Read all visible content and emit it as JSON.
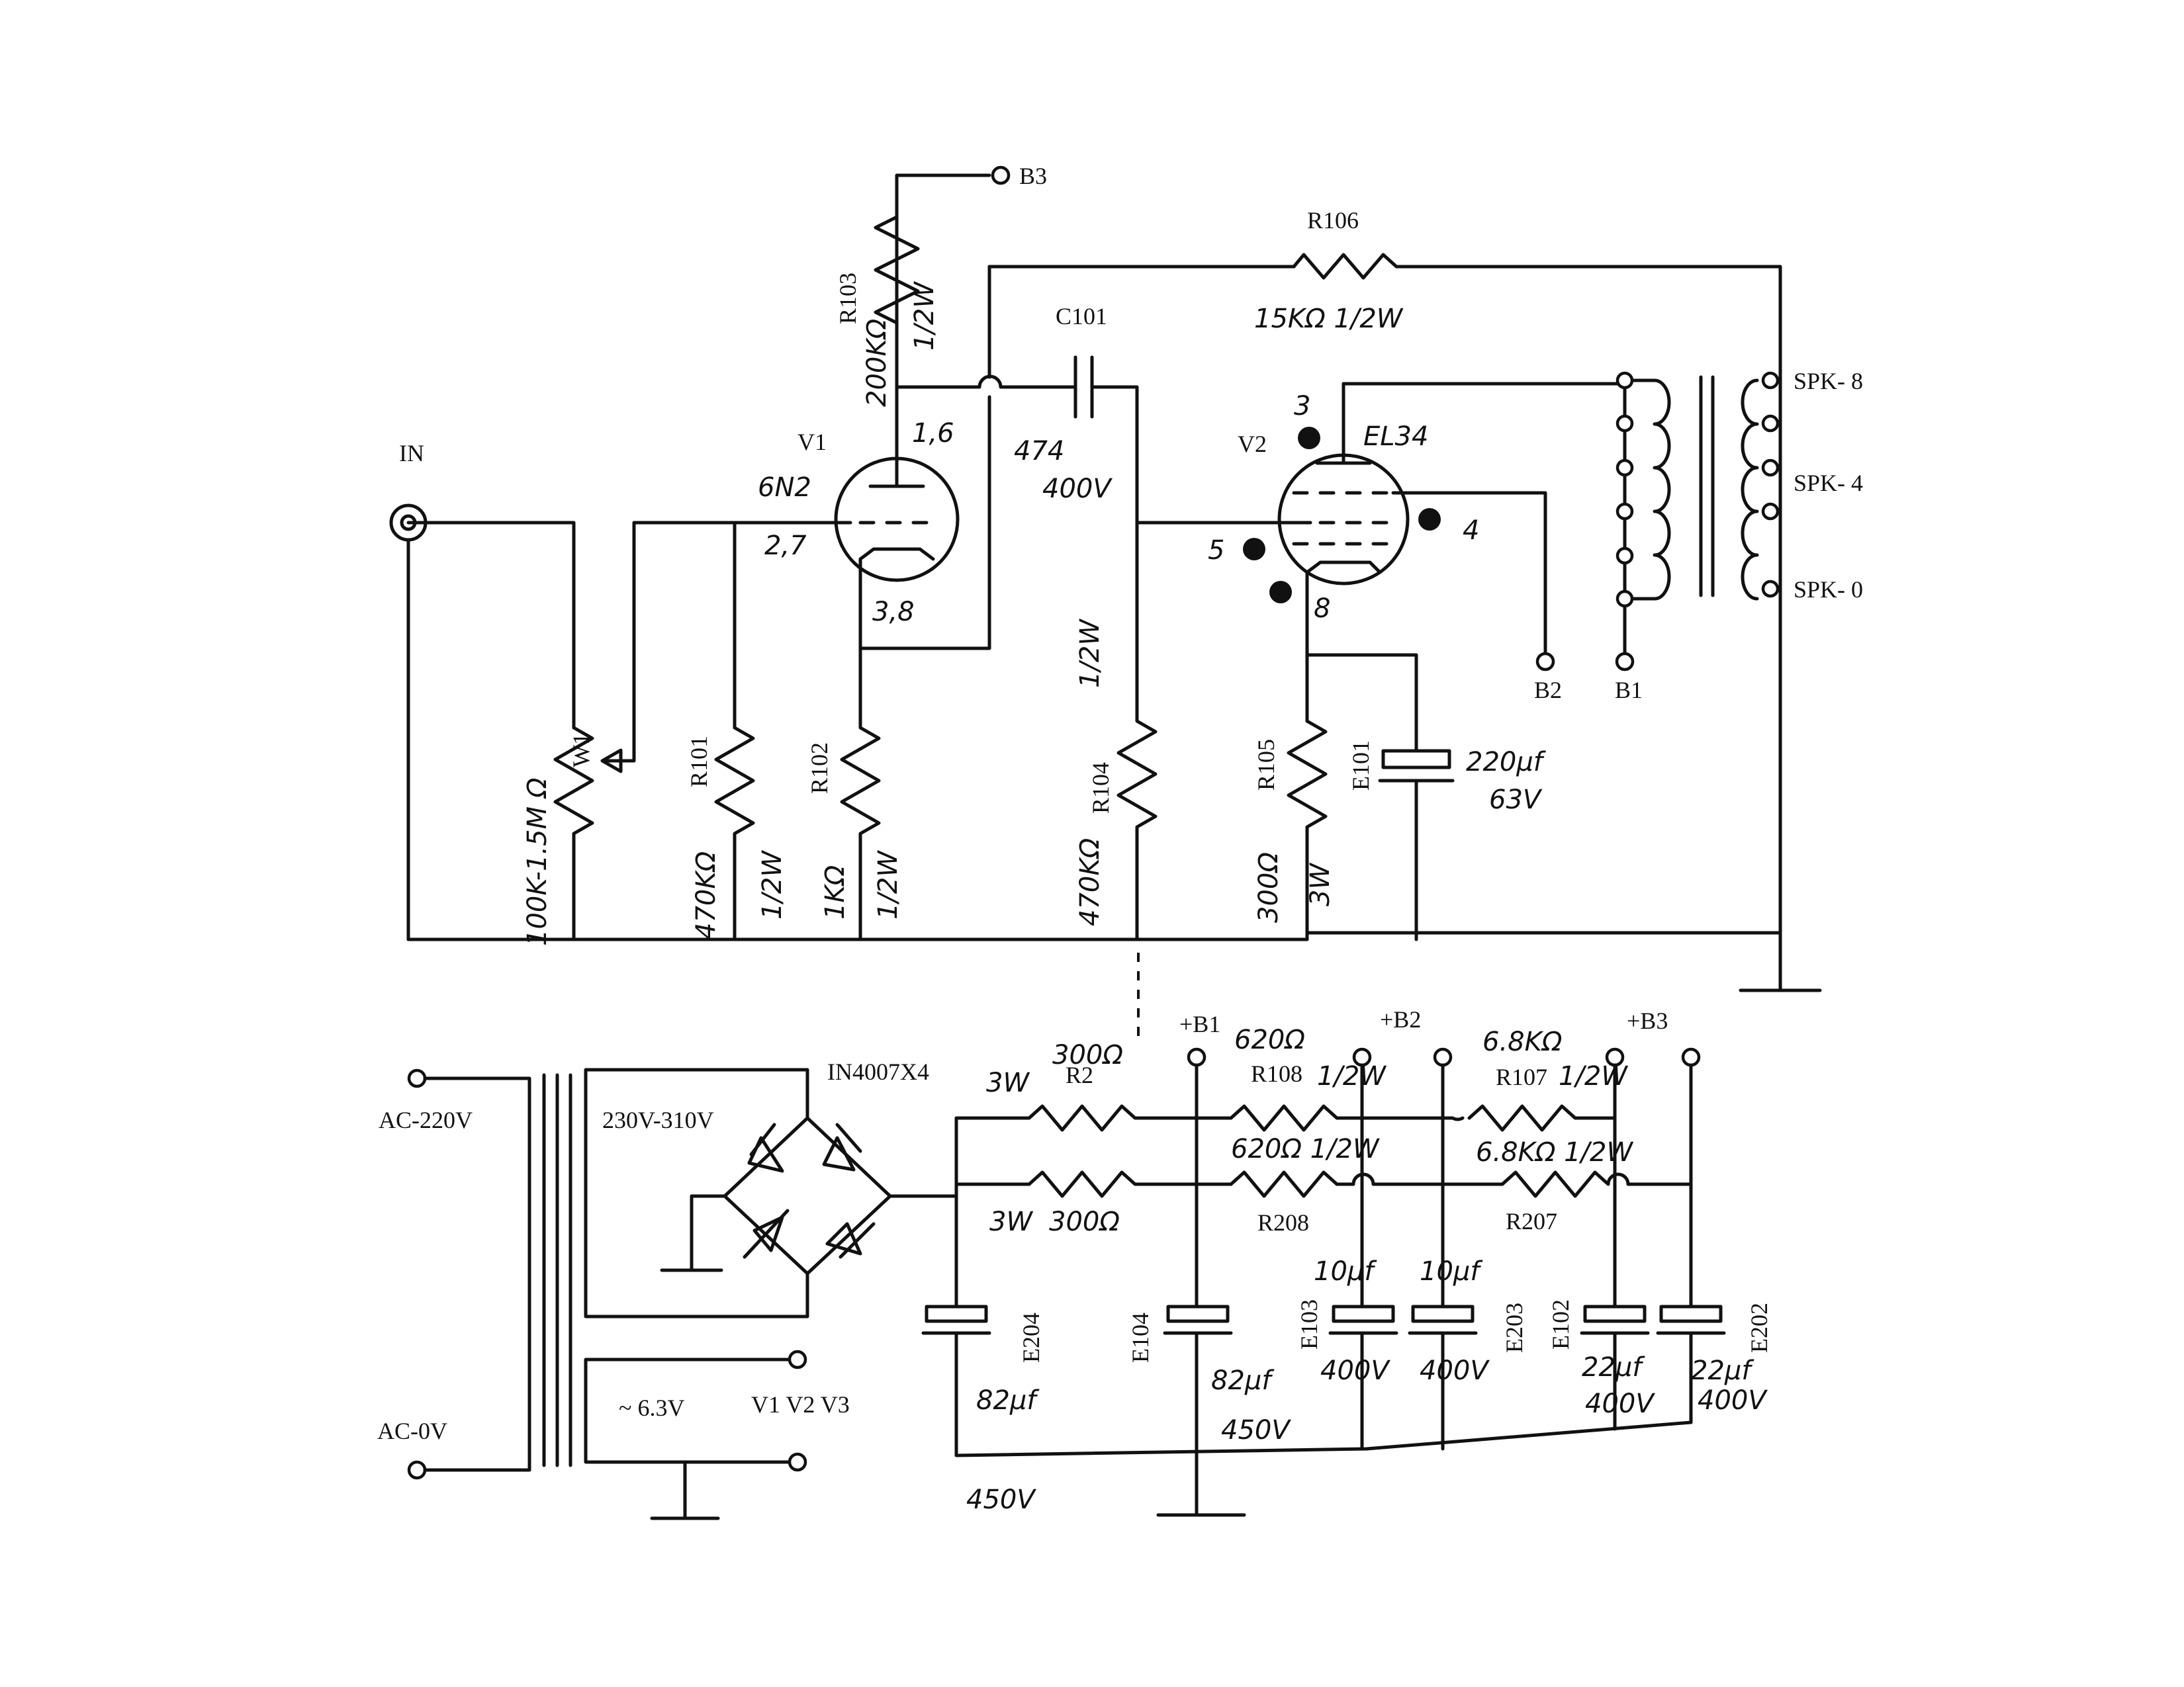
{
  "amplifier": {
    "input_label": "IN",
    "b3_label": "B3",
    "b2_label": "B2",
    "b1_label": "B1",
    "spk8": "SPK- 8",
    "spk4": "SPK- 4",
    "spk0": "SPK- 0",
    "r106_name": "R106",
    "r106_value": "15KΩ 1/2W",
    "r103_name": "R103",
    "r103_value": "200KΩ",
    "r103_power": "1/2W",
    "c101_name": "C101",
    "c101_value": "474",
    "c101_voltage": "400V",
    "v1_name": "V1",
    "v1_type": "6N2",
    "v1_pins_plate": "1,6",
    "v1_pins_grid": "2,7",
    "v1_pins_cathode": "3,8",
    "v2_name": "V2",
    "v2_type": "EL34",
    "v2_pin3": "3",
    "v2_pin4": "4",
    "v2_pin5": "5",
    "v2_pin8": "8",
    "w1_name": "W1",
    "w1_value": "100K-1.5M Ω",
    "r101_name": "R101",
    "r101_value": "470KΩ",
    "r101_power": "1/2W",
    "r102_name": "R102",
    "r102_value": "1KΩ",
    "r102_power": "1/2W",
    "r104_name": "R104",
    "r104_value": "470KΩ",
    "r104_power": "1/2W",
    "r105_name": "R105",
    "r105_value": "300Ω",
    "r105_power": "3W",
    "e101_name": "E101",
    "e101_value": "220μf",
    "e101_voltage": "63V"
  },
  "power_supply": {
    "ac220": "AC-220V",
    "ac0": "AC-0V",
    "secondary_hv": "230V-310V",
    "rectifier": "IN4007X4",
    "heater_voltage": "~ 6.3V",
    "heater_loads": "V1  V2  V3",
    "b1_label": "+B1",
    "b2_label": "+B2",
    "b3_label": "+B3",
    "r2_name": "R2",
    "r2_power": "3W",
    "r2_value": "300Ω",
    "r2b_power": "3W",
    "r2b_value": "300Ω",
    "r108_name": "R108",
    "r108_value": "620Ω",
    "r108_power": "1/2W",
    "r208_name": "R208",
    "r208_value": "620Ω 1/2W",
    "r107_name": "R107",
    "r107_value": "6.8KΩ",
    "r107_power": "1/2W",
    "r207_name": "R207",
    "r207_value": "6.8KΩ 1/2W",
    "e204_name": "E204",
    "e204_value": "82μf",
    "e204_voltage": "450V",
    "e104_name": "E104",
    "e104_value": "82μf",
    "e104_voltage": "450V",
    "e103_name": "E103",
    "e103_value": "10μf",
    "e103_voltage": "400V",
    "e203_name": "E203",
    "e203_value": "10μf",
    "e203_voltage": "400V",
    "e102_name": "E102",
    "e102_value": "22μf",
    "e102_voltage": "400V",
    "e202_name": "E202",
    "e202_value": "22μf",
    "e202_voltage": "400V"
  }
}
